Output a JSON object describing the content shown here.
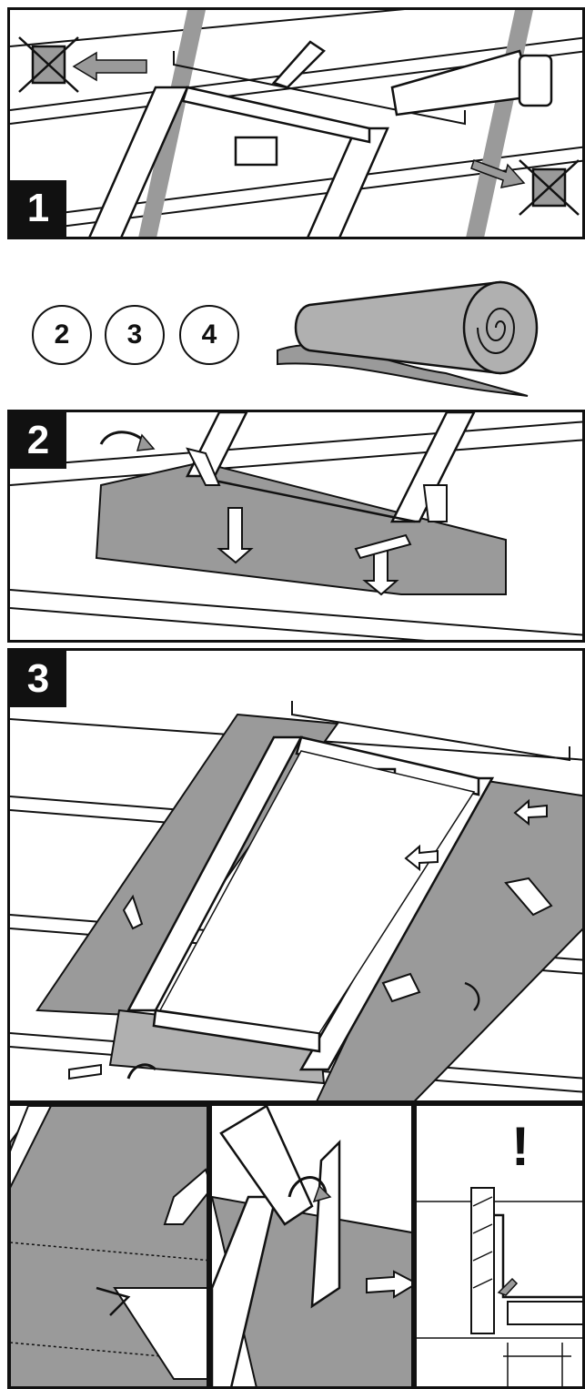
{
  "steps": {
    "step1": {
      "label": "1"
    },
    "step2": {
      "label": "2"
    },
    "step3": {
      "label": "3"
    }
  },
  "materials": {
    "circles": [
      "2",
      "3",
      "4"
    ],
    "roll_icon": "membrane-roll-icon"
  },
  "detail": {
    "warning": "!"
  },
  "colors": {
    "line": "#111111",
    "membrane": "#9a9a9a",
    "badge_bg": "#111111",
    "badge_fg": "#ffffff"
  }
}
